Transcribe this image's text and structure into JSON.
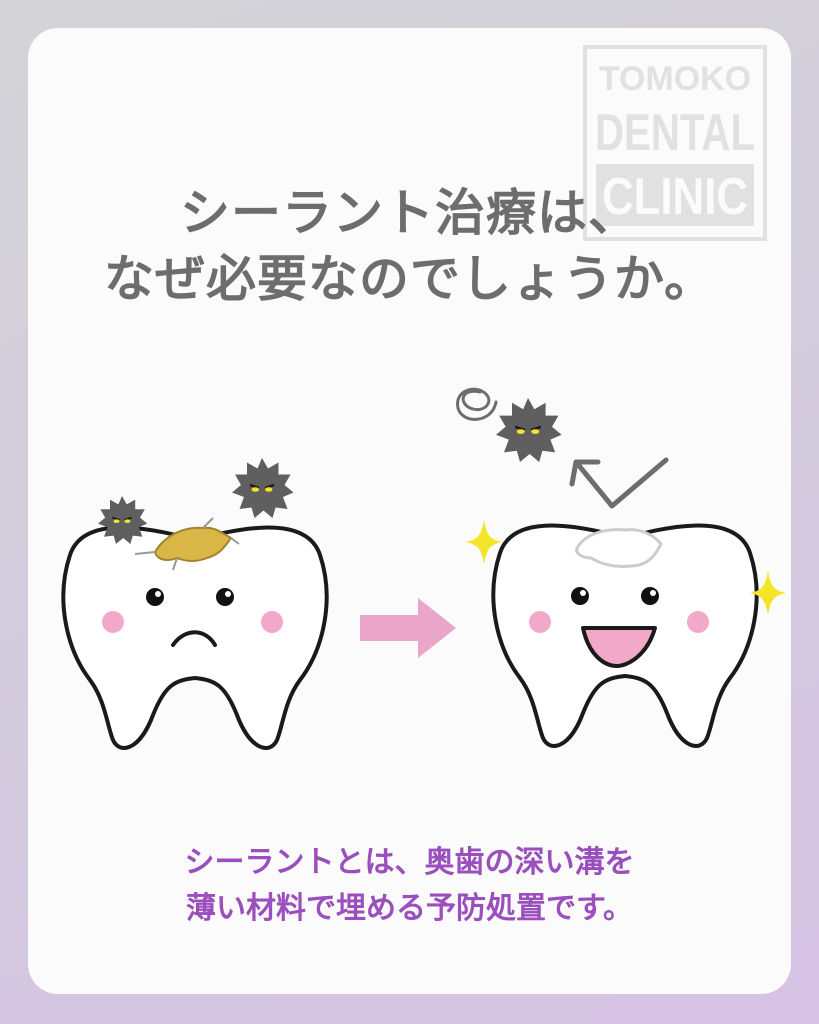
{
  "logo": {
    "line1": "TOMOKO",
    "line2": "DENTAL",
    "line3": "CLINIC"
  },
  "title": {
    "line1": "シーラント治療は、",
    "line2": "なぜ必要なのでしょうか。"
  },
  "caption": {
    "line1": "シーラントとは、奥歯の深い溝を",
    "line2": "薄い材料で埋める予防処置です。"
  },
  "colors": {
    "caption": "#9b4fbe",
    "title": "#6d6d6d",
    "arrow": "#eaa6c8",
    "cheek": "#f2a9c9",
    "cavity": "#d9b646",
    "sparkle": "#f3e528"
  },
  "icons": [
    "decayed-tooth-icon",
    "healthy-tooth-icon",
    "germ-icon",
    "sparkle-icon",
    "arrow-right-icon",
    "bounce-arrow-icon"
  ]
}
